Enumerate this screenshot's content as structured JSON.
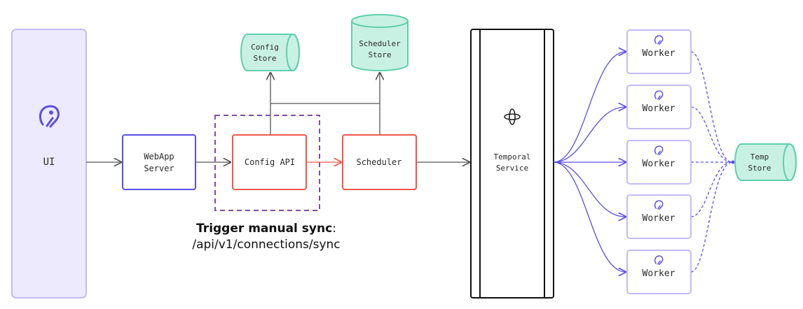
{
  "colors": {
    "purple_fill": "#eeeafd",
    "purple_stroke": "#c6baf5",
    "blue_accent": "#5b4ee6",
    "red": "#f1564a",
    "mint_fill": "#c9f1e3",
    "mint_stroke": "#5fcfad",
    "dashed_purple": "#7d4ea8",
    "gray_line": "#555555"
  },
  "icons": {
    "ui_logo": "airbyte-logo-icon",
    "worker_logo": "airbyte-logo-icon",
    "temporal_logo": "temporal-logo-icon"
  },
  "nodes": {
    "ui": {
      "label": "UI"
    },
    "webapp": {
      "line1": "WebApp",
      "line2": "Server"
    },
    "config_api": {
      "label": "Config API"
    },
    "scheduler": {
      "label": "Scheduler"
    },
    "temporal": {
      "line1": "Temporal",
      "line2": "Service"
    },
    "config_store": {
      "line1": "Config",
      "line2": "Store"
    },
    "scheduler_store": {
      "line1": "Scheduler",
      "line2": "Store"
    },
    "temp_store": {
      "line1": "Temp",
      "line2": "Store"
    },
    "workers": [
      {
        "label": "Worker"
      },
      {
        "label": "Worker"
      },
      {
        "label": "Worker"
      },
      {
        "label": "Worker"
      },
      {
        "label": "Worker"
      }
    ]
  },
  "caption": {
    "title": "Trigger manual sync",
    "colon": ":",
    "endpoint": "/api/v1/connections/sync"
  }
}
